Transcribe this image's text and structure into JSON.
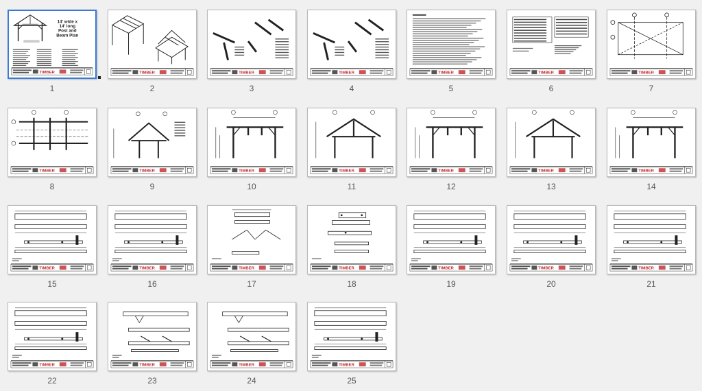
{
  "app": {
    "view": "page-thumbnails"
  },
  "pages": [
    {
      "label": "1",
      "kind": "cover",
      "title_lines": [
        "14' wide x",
        "14' long",
        "Post and",
        "Beam Plan"
      ]
    },
    {
      "label": "2",
      "kind": "iso3d"
    },
    {
      "label": "3",
      "kind": "exploded"
    },
    {
      "label": "4",
      "kind": "exploded"
    },
    {
      "label": "5",
      "kind": "notes"
    },
    {
      "label": "6",
      "kind": "tables"
    },
    {
      "label": "7",
      "kind": "plan"
    },
    {
      "label": "8",
      "kind": "grid"
    },
    {
      "label": "9",
      "kind": "truss"
    },
    {
      "label": "10",
      "kind": "elev-flat"
    },
    {
      "label": "11",
      "kind": "elev-truss"
    },
    {
      "label": "12",
      "kind": "elev-flat"
    },
    {
      "label": "13",
      "kind": "elev-truss"
    },
    {
      "label": "14",
      "kind": "elev-flat"
    },
    {
      "label": "15",
      "kind": "beams"
    },
    {
      "label": "16",
      "kind": "beams"
    },
    {
      "label": "17",
      "kind": "rafter"
    },
    {
      "label": "18",
      "kind": "posts"
    },
    {
      "label": "19",
      "kind": "beams"
    },
    {
      "label": "20",
      "kind": "beams"
    },
    {
      "label": "21",
      "kind": "beams"
    },
    {
      "label": "22",
      "kind": "beams"
    },
    {
      "label": "23",
      "kind": "braces"
    },
    {
      "label": "24",
      "kind": "braces"
    },
    {
      "label": "25",
      "kind": "beams"
    }
  ],
  "title_block": {
    "brand": "TIMBER"
  },
  "colors": {
    "brand": "#c0282d",
    "ink": "#222222",
    "background": "#f0f0f0"
  }
}
